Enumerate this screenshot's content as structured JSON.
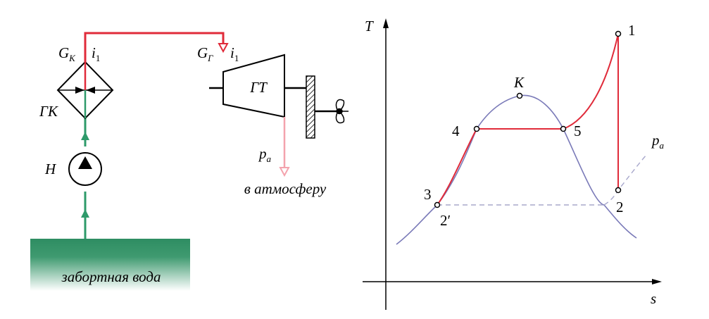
{
  "colors": {
    "steam": "#e02b3a",
    "water": "#2e9a6a",
    "exhaust": "#f4a3ad",
    "curve": "#7a7ab8",
    "dashed": "#a8a8cc",
    "ink": "#000000",
    "tank_top": "#2e8d62",
    "tank_bottom": "#ffffff"
  },
  "scheme": {
    "gk_flow_label_main": "G",
    "gk_flow_label_sub": "К",
    "gk_enthalpy_main": "i",
    "gk_enthalpy_sub": "1",
    "gt_flow_label_main": "G",
    "gt_flow_label_sub": "Г",
    "gt_enthalpy_main": "i",
    "gt_enthalpy_sub": "1",
    "heat_exchanger_label": "ГК",
    "pump_label": "Н",
    "turbine_label": "ГТ",
    "exhaust_pressure_main": "p",
    "exhaust_pressure_sub": "a",
    "exhaust_caption": "в атмосферу",
    "tank_caption": "забортная вода"
  },
  "ts_diagram": {
    "y_axis_label": "T",
    "x_axis_label": "s",
    "critical_point_label": "К",
    "isobar_label_main": "p",
    "isobar_label_sub": "a",
    "points": {
      "p1": "1",
      "p2": "2",
      "p2prime": "2′",
      "p3": "3",
      "p4": "4",
      "p5": "5"
    }
  }
}
